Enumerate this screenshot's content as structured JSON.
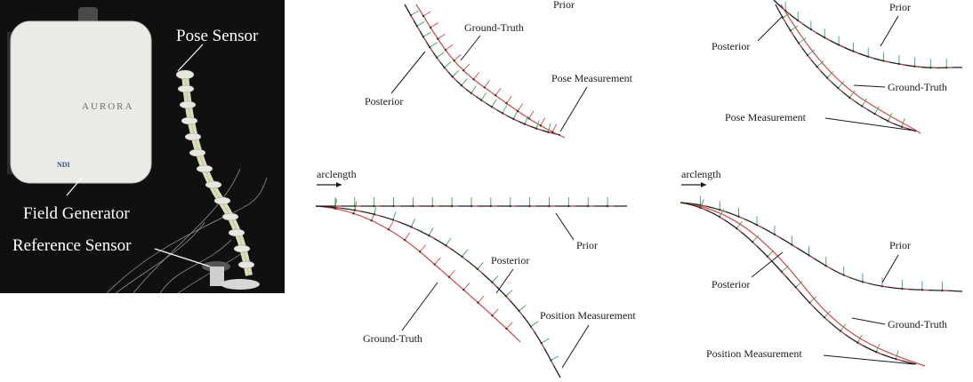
{
  "photo": {
    "labels": {
      "pose_sensor": "Pose Sensor",
      "field_generator": "Field Generator",
      "reference_sensor": "Reference Sensor"
    },
    "device_brand": "AURORA",
    "device_maker": "NDI"
  },
  "panels": {
    "top_middle": {
      "prior": "Prior",
      "ground_truth": "Ground-Truth",
      "posterior": "Posterior",
      "measurement": "Pose Measurement"
    },
    "top_right": {
      "prior": "Prior",
      "posterior": "Posterior",
      "ground_truth": "Ground-Truth",
      "measurement": "Pose Measurement"
    },
    "bottom_middle": {
      "arclength": "arclength",
      "prior": "Prior",
      "posterior": "Posterior",
      "ground_truth": "Ground-Truth",
      "measurement": "Position Measurement"
    },
    "bottom_right": {
      "arclength": "arclength",
      "prior": "Prior",
      "posterior": "Posterior",
      "ground_truth": "Ground-Truth",
      "measurement": "Position Measurement"
    }
  },
  "colors": {
    "frame_green": "#3aa55a",
    "frame_red": "#d24a4a",
    "curve": "#1f1f1f"
  }
}
